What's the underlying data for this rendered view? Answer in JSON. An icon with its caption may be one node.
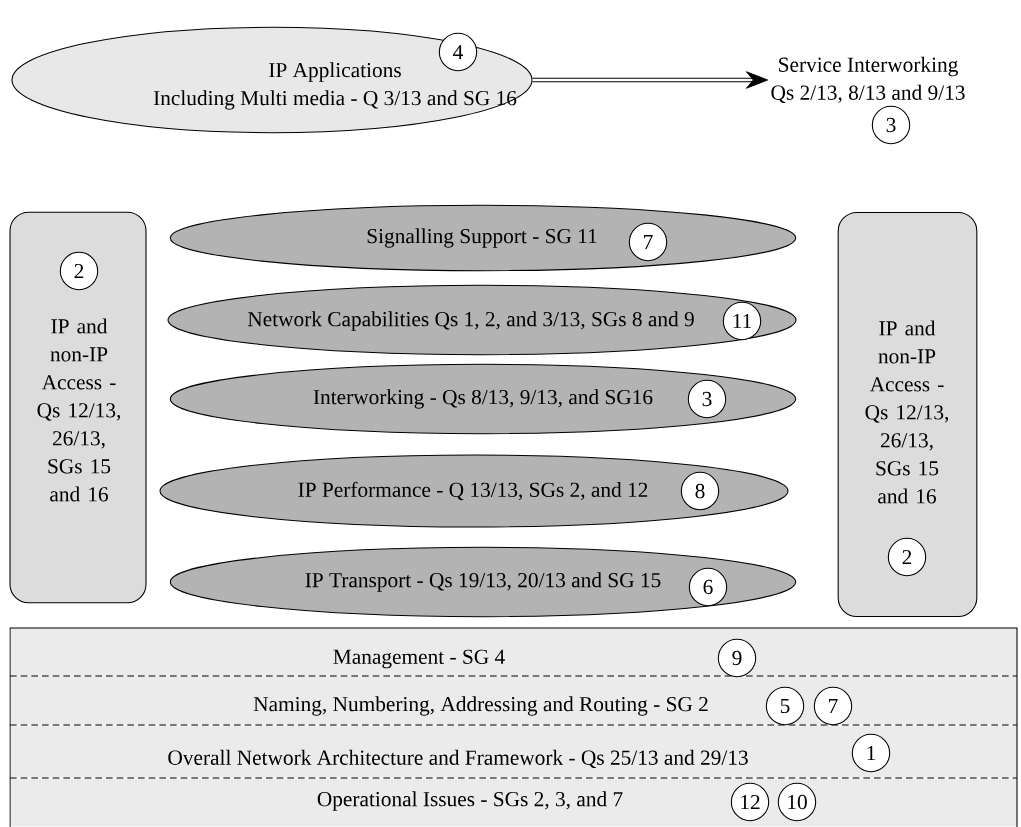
{
  "diagram": {
    "nodes": [
      {
        "text": [
          "IP Applications",
          "Including Multi media - Q 3/13 and SG 16"
        ]
      },
      {
        "text": [
          "4"
        ],
        "in": 0
      },
      {
        "text": [
          "Service Interworking",
          "Qs 2/13, 8/13 and 9/13"
        ]
      },
      {
        "text": [
          "3"
        ]
      },
      {
        "text": [
          "IP and non-IP Access - Qs 12/13, 26/13, SGs 15 and 16"
        ]
      },
      {
        "text": [
          "2"
        ],
        "in": 4
      },
      {
        "text": [
          "Signalling Support - SG 11"
        ]
      },
      {
        "text": [
          "7"
        ],
        "in": 6
      },
      {
        "text": [
          "Network Capabilities Qs 1, 2, and 3/13, SGs 8 and 9"
        ]
      },
      {
        "text": [
          "11"
        ],
        "in": 8
      },
      {
        "text": [
          "Interworking - Qs 8/13, 9/13, and SG16"
        ]
      },
      {
        "text": [
          "3"
        ],
        "in": 10
      },
      {
        "text": [
          "IP Performance - Q 13/13, SGs 2, and 12"
        ]
      },
      {
        "text": [
          "8"
        ],
        "in": 12
      },
      {
        "text": [
          "IP Transport - Qs 19/13, 20/13 and SG 15"
        ]
      },
      {
        "text": [
          "6"
        ],
        "in": 14
      },
      {
        "text": [
          "IP and non-IP Access - Qs 12/13, 26/13, SGs 15 and 16"
        ]
      },
      {
        "text": [
          "2"
        ],
        "in": 16
      },
      {
        "text": [
          "Management - SG 4"
        ]
      },
      {
        "text": [
          "9"
        ],
        "in": 18
      },
      {
        "text": [
          "Naming, Numbering, Addressing and Routing - SG 2"
        ]
      },
      {
        "text": [
          "5"
        ],
        "in": 20
      },
      {
        "text": [
          "7"
        ],
        "in": 20
      },
      {
        "text": [
          "Overall Network Architecture and Framework - Qs 25/13 and 29/13"
        ]
      },
      {
        "text": [
          "1"
        ],
        "in": 23
      },
      {
        "text": [
          "Operational Issues - SGs 2, 3, and 7"
        ]
      },
      {
        "text": [
          "12"
        ],
        "in": 25
      },
      {
        "text": [
          "10"
        ],
        "in": 25
      }
    ],
    "edges": [
      {
        "from": 0,
        "to": 2,
        "arrow": "to"
      }
    ]
  }
}
